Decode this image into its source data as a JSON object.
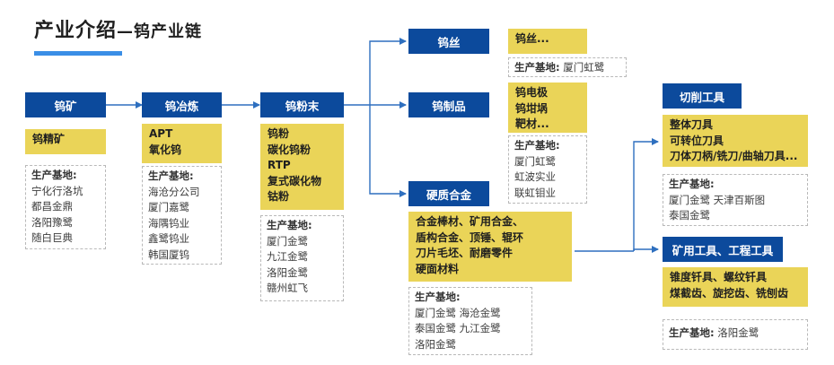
{
  "title": {
    "main": "产业介绍",
    "sub": "—钨产业链"
  },
  "colors": {
    "node_bg": "#0c4a9c",
    "product_bg": "#ead458",
    "connector": "#2e6fbf",
    "accent_bar": "#3a8ee6"
  },
  "stages": {
    "ore": {
      "name": "钨矿",
      "products": [
        "钨精矿"
      ],
      "base_label": "生产基地:",
      "bases": [
        "宁化行洛坑",
        "都昌金鼎",
        "洛阳豫鹭",
        "随白巨典"
      ]
    },
    "smelt": {
      "name": "钨冶炼",
      "products": [
        "APT",
        "氧化钨"
      ],
      "base_label": "生产基地:",
      "bases": [
        "海沧分公司",
        "厦门嘉鹭",
        "海隅钨业",
        "鑫鹭钨业",
        "韩国厦钨"
      ]
    },
    "powder": {
      "name": "钨粉末",
      "products": [
        "钨粉",
        "碳化钨粉",
        "RTP",
        "复式碳化物",
        "钴粉"
      ],
      "base_label": "生产基地:",
      "bases": [
        "厦门金鹭",
        "九江金鹭",
        "洛阳金鹭",
        "赣州虹飞"
      ]
    },
    "wire": {
      "name": "钨丝",
      "products": [
        "钨丝..."
      ],
      "base_label": "生产基地:",
      "bases": [
        "厦门虹鹭"
      ]
    },
    "products": {
      "name": "钨制品",
      "products": [
        "钨电极",
        "钨坩埚",
        "靶材..."
      ],
      "base_label": "生产基地:",
      "bases": [
        "厦门虹鹭",
        "虹波实业",
        "联虹钼业"
      ]
    },
    "carbide": {
      "name": "硬质合金",
      "products": [
        "合金棒材、矿用合金、",
        "盾构合金、顶锤、辊环",
        "刀片毛坯、耐磨零件",
        "硬面材料"
      ],
      "base_label": "生产基地:",
      "bases": [
        "厦门金鹭 海沧金鹭",
        "泰国金鹭 九江金鹭",
        "洛阳金鹭"
      ]
    },
    "cutting": {
      "name": "切削工具",
      "products": [
        "整体刀具",
        "可转位刀具",
        "刀体刀柄/铣刀/曲轴刀具..."
      ],
      "base_label": "生产基地:",
      "bases": [
        "厦门金鹭 天津百斯图",
        "泰国金鹭"
      ]
    },
    "mining": {
      "name": "矿用工具、工程工具",
      "products": [
        "锥度钎具、螺纹钎具",
        "煤截齿、旋挖齿、铣刨齿"
      ],
      "base_label": "生产基地:",
      "bases": [
        "洛阳金鹭"
      ]
    }
  }
}
